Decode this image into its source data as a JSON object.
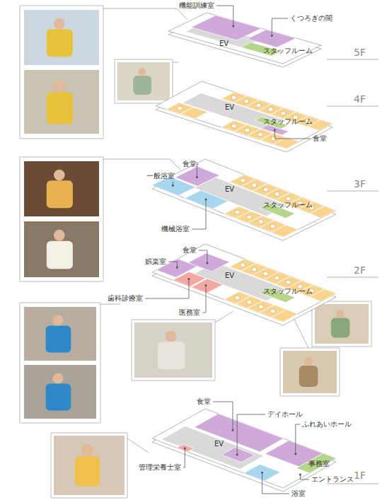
{
  "diagram": {
    "labels": [
      "機能訓練室",
      "くつろぎの間",
      "EV",
      "スタッフルーム",
      "5F",
      "EV",
      "スタッフルーム",
      "食堂",
      "4F",
      "食堂",
      "一般浴室",
      "EV",
      "スタッフルーム",
      "機械浴室",
      "3F",
      "食堂",
      "娯楽室",
      "EV",
      "歯科診療室",
      "医務室",
      "スタッフルーム",
      "2F",
      "食堂",
      "デイホール",
      "ふれあいホール",
      "EV",
      "事務室",
      "エントランス",
      "浴室",
      "管理栄養士室",
      "1F"
    ]
  }
}
